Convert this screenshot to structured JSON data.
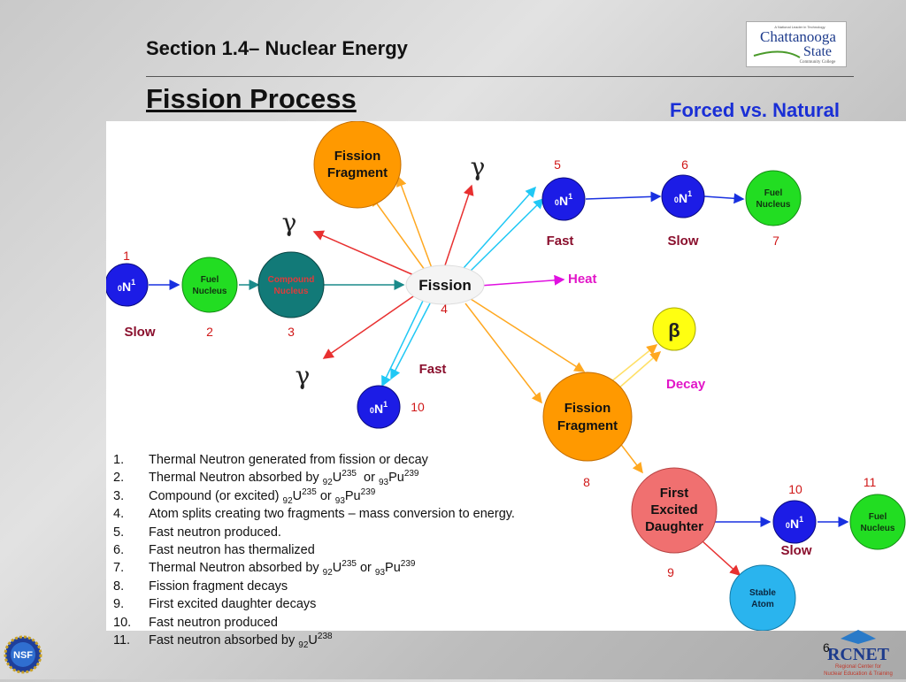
{
  "header": {
    "section_title": "Section 1.4– Nuclear Energy",
    "main_title": "Fission Process",
    "subtitle": "Forced vs. Natural",
    "college_logo": {
      "tagline": "A National Leader in Technology",
      "line1": "Chattanooga",
      "line2": "State",
      "line3": "Community College"
    }
  },
  "diagram": {
    "neutron_label": {
      "pre": "0",
      "main": "N",
      "sup": "1"
    },
    "fuel_nucleus": "Fuel Nucleus",
    "compound_nucleus": "Compound Nucleus",
    "fission": "Fission",
    "fission_fragment": "Fission Fragment",
    "first_excited_daughter": "First Excited Daughter",
    "stable_atom": "Stable Atom",
    "beta": "β",
    "gamma": "γ",
    "labels": {
      "slow": "Slow",
      "fast": "Fast",
      "heat": "Heat",
      "decay": "Decay"
    },
    "numbers": [
      "1",
      "2",
      "3",
      "4",
      "5",
      "6",
      "7",
      "8",
      "9",
      "10",
      "10",
      "11"
    ],
    "colors": {
      "neutron": "#1c1ce6",
      "fuel": "#22dd22",
      "compound": "#127a78",
      "fragment": "#ff9900",
      "daughter": "#f07070",
      "stable": "#2ab4ee",
      "beta": "#ffff11",
      "arrow_red": "#e83030",
      "arrow_orange": "#ffa820",
      "arrow_cyan": "#20c8f5",
      "arrow_blue": "#1830e0",
      "arrow_magenta": "#e010e0"
    }
  },
  "steps": [
    {
      "num": "1.",
      "text": "Thermal Neutron generated from fission or decay"
    },
    {
      "num": "2.",
      "pre": "Thermal Neutron absorbed by ",
      "z1": "92",
      "e1": "U",
      "a1": "235",
      "mid": "  or ",
      "z2": "93",
      "e2": "Pu",
      "a2": "239"
    },
    {
      "num": "3.",
      "pre": "Compound (or excited) ",
      "z1": "92",
      "e1": "U",
      "a1": "235",
      "mid": " or ",
      "z2": "93",
      "e2": "Pu",
      "a2": "239"
    },
    {
      "num": "4.",
      "text": "Atom splits creating two fragments – mass conversion to energy."
    },
    {
      "num": "5.",
      "text": "Fast neutron produced."
    },
    {
      "num": "6.",
      "text": "Fast neutron has thermalized"
    },
    {
      "num": "7.",
      "pre": "Thermal Neutron absorbed by ",
      "z1": "92",
      "e1": "U",
      "a1": "235",
      "mid": " or ",
      "z2": "93",
      "e2": "Pu",
      "a2": "239"
    },
    {
      "num": "8.",
      "text": "Fission fragment decays"
    },
    {
      "num": "9.",
      "text": "First excited daughter decays"
    },
    {
      "num": "10.",
      "text": "Fast neutron produced"
    },
    {
      "num": "11.",
      "pre": "Fast neutron absorbed by ",
      "z1": "92",
      "e1": "U",
      "a1": "238"
    }
  ],
  "footer": {
    "page_number": "6",
    "nsf": "NSF",
    "rcnet": "RCNET",
    "rcnet_sub1": "Regional Center for",
    "rcnet_sub2": "Nuclear Education & Training"
  }
}
